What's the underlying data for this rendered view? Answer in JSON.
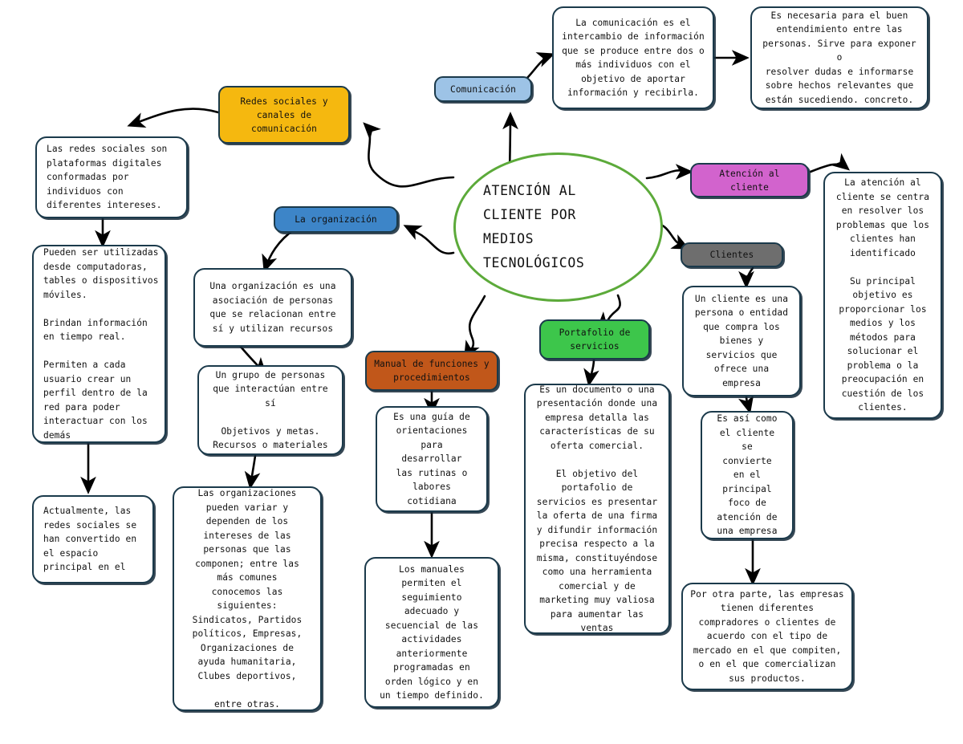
{
  "diagram": {
    "title": "Mapa conceptual - Atención al cliente por medios tecnológicos",
    "colors": {
      "central_border": "#5caa3a",
      "box_border": "#1b3a4b",
      "box_fill": "#ffffff",
      "yellow": "#f5b80f",
      "light_blue": "#9dc3e6",
      "blue": "#3d85c8",
      "orange": "#c1571a",
      "green": "#3dc64b",
      "magenta": "#d263cd",
      "gray": "#6e6e6e",
      "arrow": "#000000"
    }
  },
  "central": {
    "text": "ATENCIÓN AL\nCLIENTE POR\nMEDIOS\nTECNOLÓGICOS"
  },
  "labels": {
    "comunicacion": "Comunicación",
    "redes_sociales": "Redes sociales y\ncanales de\ncomunicación",
    "organizacion": "La organización",
    "manual": "Manual de funciones y\nprocedimientos",
    "portafolio": "Portafolio de\nservicios",
    "atencion_cliente": "Atención al\ncliente",
    "clientes": "Clientes"
  },
  "boxes": {
    "comunicacion_def": "La comunicación es el\nintercambio de información\nque se produce entre dos o\nmás individuos con el\nobjetivo de aportar\ninformación y recibirla.",
    "comunicacion_necesaria": "Es necesaria para el buen\nentendimiento entre las\npersonas. Sirve para exponer o\nresolver dudas e informarse\nsobre hechos relevantes que\nestán sucediendo. concreto.",
    "redes_def": "Las redes sociales son\nplataformas digitales\nconformadas por\nindividuos con\ndiferentes intereses.",
    "redes_usos": "Pueden ser utilizadas\ndesde computadoras,\ntables o dispositivos\nmóviles.\n\nBrindan información\nen tiempo real.\n\nPermiten a cada\nusuario crear un\nperfil dentro de la\nred para poder\ninteractuar con los\ndemás",
    "redes_actualmente": "Actualmente, las\nredes sociales se\nhan convertido en\nel espacio\nprincipal en el",
    "organizacion_def": "Una organización es una\nasociación de personas\nque se relacionan entre\nsí y utilizan recursos",
    "organizacion_grupo": "Un grupo de personas\nque interactúan entre\nsí\n\nObjetivos y metas.\nRecursos o materiales",
    "organizacion_tipos": "Las organizaciones\npueden variar y\ndependen de los\nintereses de las\npersonas que las\ncomponen; entre las\nmás comunes\nconocemos las\nsiguientes:\nSindicatos, Partidos\npolíticos, Empresas,\nOrganizaciones de\nayuda humanitaria,\nClubes deportivos,\n\nentre otras.",
    "manual_guia": "Es una guía de\norientaciones\npara\ndesarrollar\nlas rutinas o\nlabores\ncotidiana",
    "manual_permiten": "Los manuales\npermiten el\nseguimiento\nadecuado y\nsecuencial de las\nactividades\nanteriormente\nprogramadas en\norden lógico y en\nun tiempo definido.",
    "portafolio_def": "Es un documento o una\npresentación donde una\nempresa detalla las\ncaracterísticas de su\noferta comercial.\n\nEl objetivo del\nportafolio de\nservicios es presentar\nla oferta de una firma\ny difundir información\nprecisa respecto a la\nmisma, constituyéndose\ncomo una herramienta\ncomercial y de\nmarketing muy valiosa\npara aumentar las\nventas",
    "atencion_def": "La atención al\ncliente se centra\nen resolver los\nproblemas que los\nclientes han\nidentificado\n\nSu principal\nobjetivo es\nproporcionar los\nmedios y los\nmétodos para\nsolucionar el\nproblema o la\npreocupación en\ncuestión de los\nclientes.",
    "cliente_def": "Un cliente es una\npersona o entidad\nque compra los\nbienes y\nservicios que\nofrece una\nempresa",
    "cliente_foco": "Es así como\nel cliente\nse\nconvierte\nen el\nprincipal\nfoco de\natención de\nuna empresa",
    "cliente_compradores": "Por otra parte, las empresas\ntienen diferentes\ncompradores o clientes de\nacuerdo con el tipo de\nmercado en el que compiten,\no en el que comercializan\nsus productos."
  }
}
